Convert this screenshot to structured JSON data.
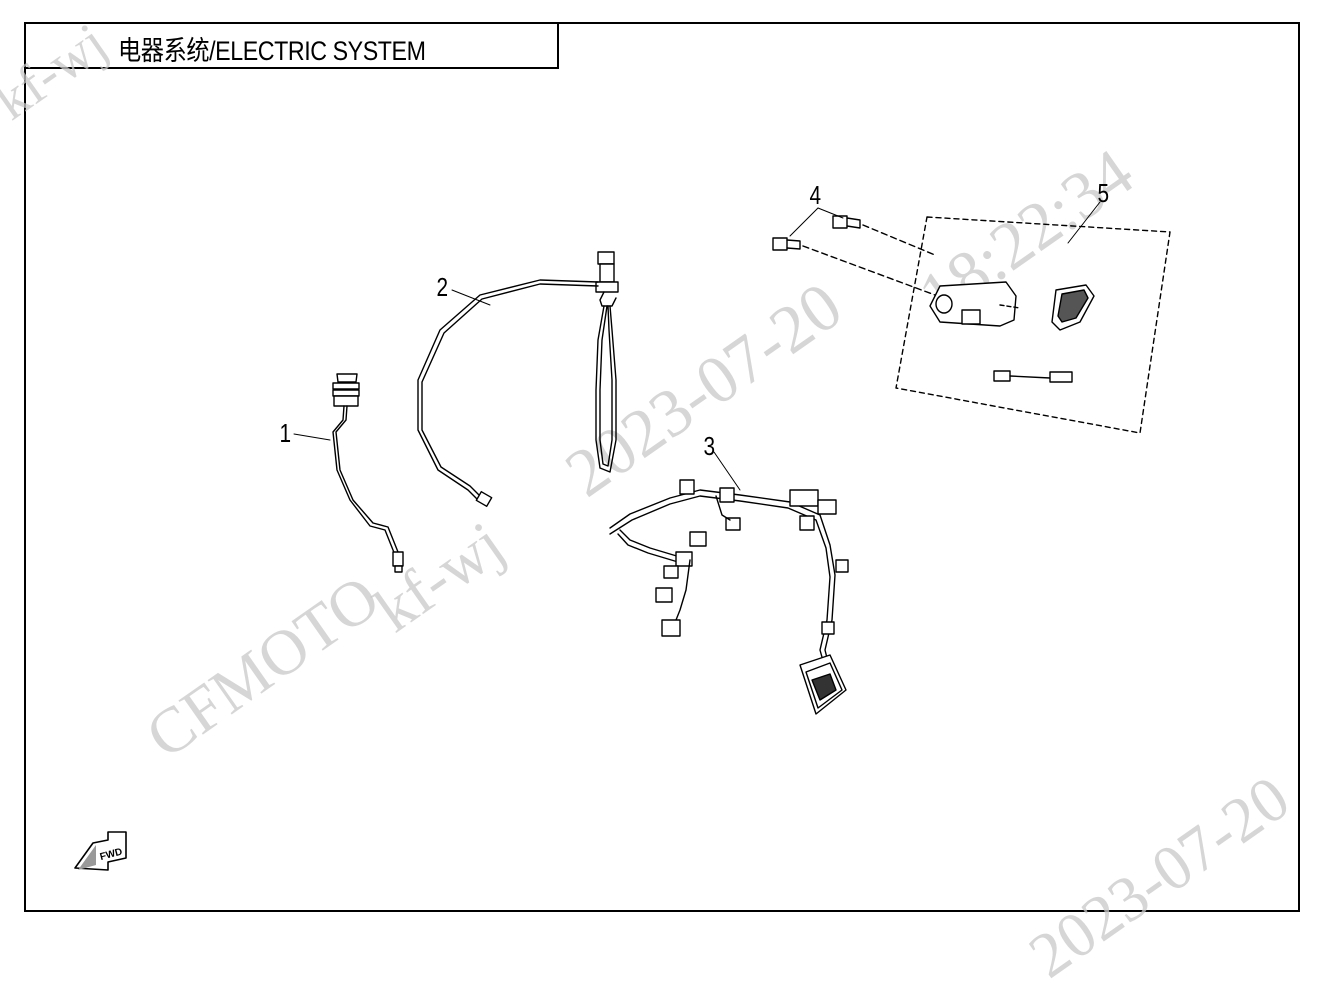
{
  "title": "电器系统/ELECTRIC SYSTEM",
  "callouts": {
    "p1": "1",
    "p2": "2",
    "p3": "3",
    "p4": "4",
    "p5": "5"
  },
  "fwd_label": "FWD",
  "watermarks": {
    "user_a": "kf-wj",
    "user_b": "kf-wj",
    "date_a": "2023-07-20",
    "time_a": "18:22:34",
    "brand": "CFMOTO",
    "date_b": "2023-07-20"
  }
}
